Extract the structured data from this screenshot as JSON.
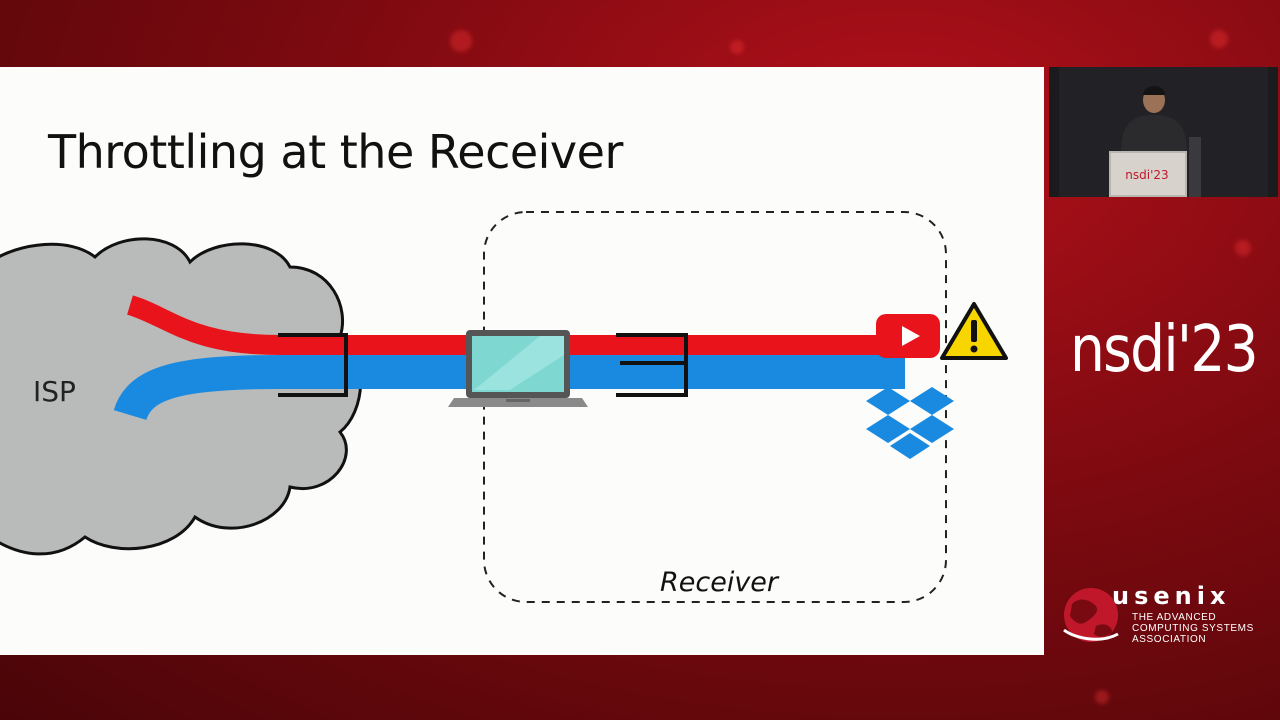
{
  "slide": {
    "title": "Throttling at the Receiver",
    "isp_label": "ISP",
    "receiver_label": "Receiver"
  },
  "camera": {
    "podium_sign": "nsdi'23"
  },
  "branding": {
    "conference_logo": "nsdi'23",
    "usenix": {
      "name": "usenix",
      "tagline_lines": [
        "THE ADVANCED",
        "COMPUTING SYSTEMS",
        "ASSOCIATION"
      ]
    }
  },
  "colors": {
    "red_flow": "#e8131b",
    "blue_flow": "#1a8ae0",
    "cloud": "#b9bbba",
    "background": "#8a0b12",
    "warning": "#f7d600"
  },
  "icons": [
    "laptop-icon",
    "youtube-icon",
    "dropbox-icon",
    "warning-icon",
    "queue-bracket-icon"
  ]
}
